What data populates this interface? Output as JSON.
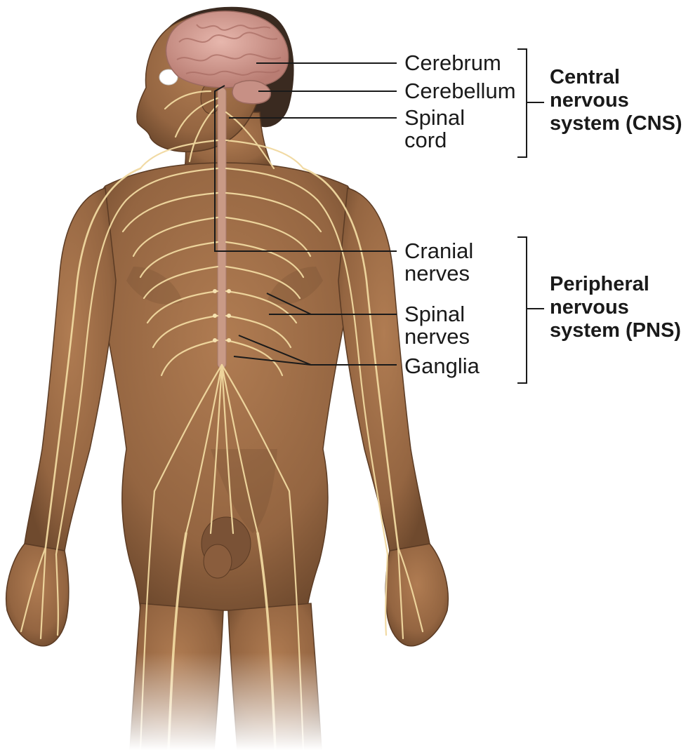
{
  "labels": {
    "cerebrum": "Cerebrum",
    "cerebellum": "Cerebellum",
    "spinal_cord": [
      "Spinal",
      "cord"
    ],
    "cranial_nerves": [
      "Cranial",
      "nerves"
    ],
    "spinal_nerves": [
      "Spinal",
      "nerves"
    ],
    "ganglia": "Ganglia"
  },
  "groups": {
    "cns": [
      "Central",
      "nervous",
      "system (CNS)"
    ],
    "pns": [
      "Peripheral",
      "nervous",
      "system (PNS)"
    ]
  },
  "colors": {
    "skin": "#9a6b45",
    "skin_shadow": "#6e4a2f",
    "brain": "#d9a39a",
    "nerve": "#f1d9a0",
    "spinal_cord": "#c99a86",
    "leader_line": "#1a1a1a"
  }
}
